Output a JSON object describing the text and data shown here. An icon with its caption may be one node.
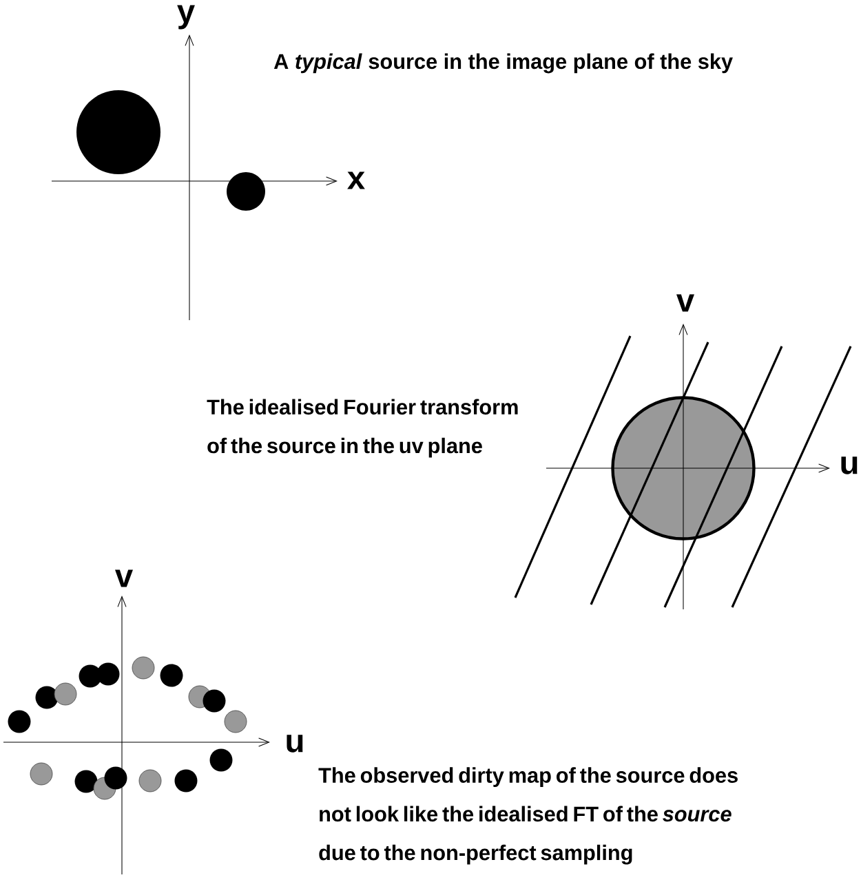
{
  "diagram": {
    "labels": [
      "y",
      "A *typical* source in the image plane of the sky",
      "x",
      "v",
      "The idealised Fourier transform of the source in the uv plane",
      "u",
      "v",
      "u",
      "The observed dirty map of the source does not look like the idealised FT of the *source* due to the non-perfect sampling"
    ]
  }
}
